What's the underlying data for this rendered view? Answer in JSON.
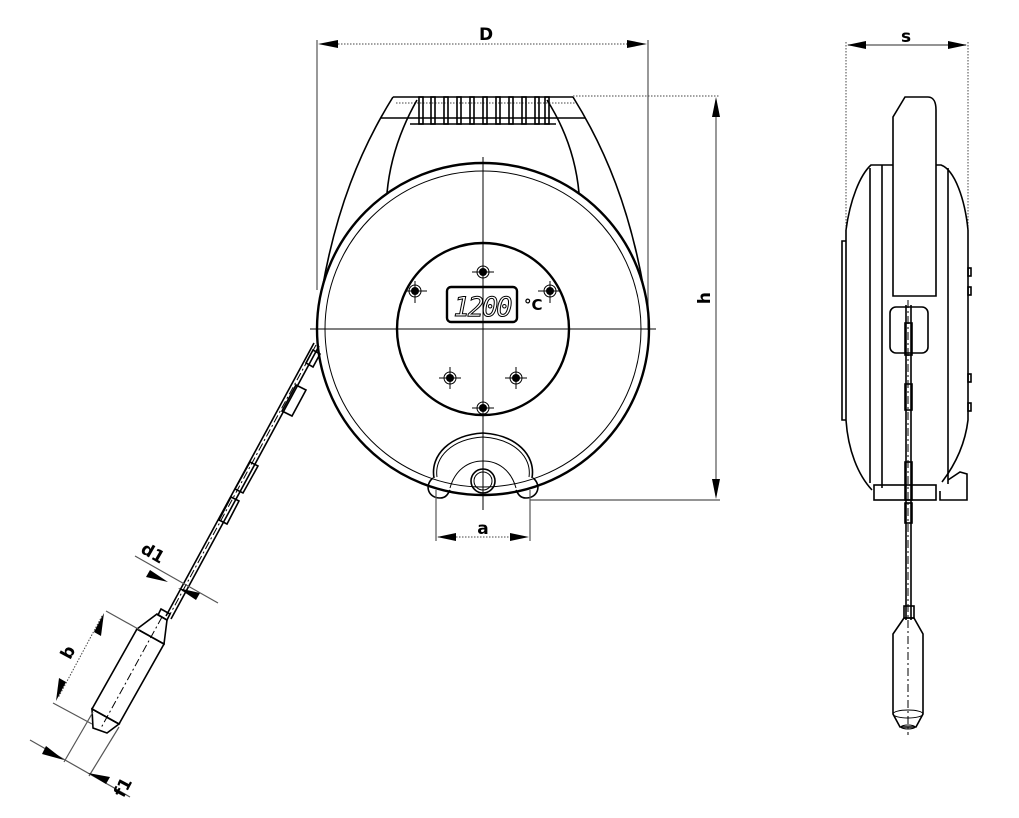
{
  "drawing": {
    "type": "technical dimension drawing",
    "subject": "cable reel with digital temperature display and probe",
    "views": [
      "front-view",
      "side-view",
      "probe-detail"
    ]
  },
  "dimensions": {
    "D": "D",
    "h": "h",
    "s": "s",
    "a": "a",
    "b": "b",
    "d1": "d1",
    "f1": "f1"
  },
  "display": {
    "reading": "1200",
    "unit": "°C"
  },
  "colors": {
    "line": "#000000",
    "background": "#ffffff",
    "dimension_line": "#555555"
  }
}
